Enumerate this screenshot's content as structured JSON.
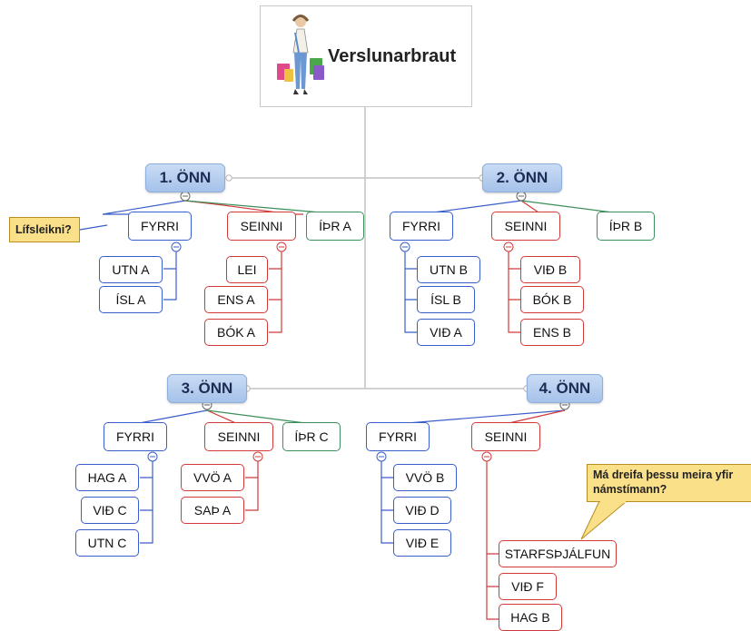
{
  "central": {
    "title": "Verslunarbraut",
    "icon": "shopping-woman-icon"
  },
  "semesters": {
    "s1": "1. ÖNN",
    "s2": "2. ÖNN",
    "s3": "3. ÖNN",
    "s4": "4. ÖNN"
  },
  "groups": {
    "fyrri": "FYRRI",
    "seinni": "SEINNI",
    "ipr_a": "ÍÞR A",
    "ipr_b": "ÍÞR B",
    "ipr_c": "ÍÞR C"
  },
  "courses": {
    "s1_fyrri": [
      "UTN A",
      "ÍSL A"
    ],
    "s1_seinni": [
      "LEI",
      "ENS A",
      "BÓK A"
    ],
    "s2_fyrri": [
      "UTN B",
      "ÍSL B",
      "VIÐ A"
    ],
    "s2_seinni": [
      "VIÐ B",
      "BÓK B",
      "ENS B"
    ],
    "s3_fyrri": [
      "HAG A",
      "VIÐ C",
      "UTN C"
    ],
    "s3_seinni": [
      "VVÖ A",
      "SAÞ A"
    ],
    "s4_fyrri": [
      "VVÖ B",
      "VIÐ D",
      "VIÐ E"
    ],
    "s4_seinni": [
      "STARFSÞJÁLFUN",
      "VIÐ F",
      "HAG B"
    ]
  },
  "notes": {
    "lifsleikni": "Lífsleikni?",
    "line1": "Má dreifa þessu meira yfir",
    "line2": "námstímann?"
  },
  "colors": {
    "blue": "#3a5ec9",
    "red": "#d23a3a",
    "green": "#3c8e5a",
    "semester_fill": "#b5cdef",
    "callout_fill": "#fbe08a"
  }
}
